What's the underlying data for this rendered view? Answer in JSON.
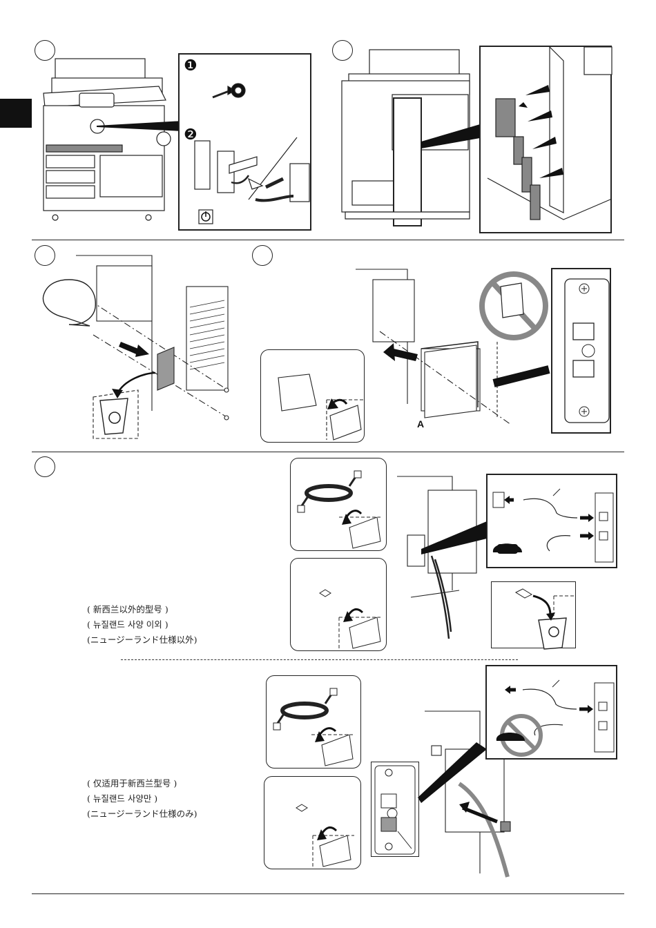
{
  "steps": [
    {
      "num": ""
    },
    {
      "num": ""
    },
    {
      "num": ""
    },
    {
      "num": ""
    },
    {
      "num": ""
    }
  ],
  "callouts": {
    "one": "❶",
    "two": "❷",
    "label_a": "A"
  },
  "notes": {
    "top": {
      "line1": "( 新西兰以外的型号 )",
      "line2": "( 뉴질랜드 사양 이외 )",
      "line3": "(ニュージーランド仕様以外)"
    },
    "bottom": {
      "line1": "( 仅适用于新西兰型号 )",
      "line2": "( 뉴질랜드 사양만 )",
      "line3": "(ニュージーランド仕様のみ)"
    }
  },
  "icons": [
    "power-icon",
    "recycle-bin-icon",
    "open-box-icon",
    "telephone-icon",
    "wall-jack-icon",
    "prohibited-icon",
    "modular-cable-icon",
    "screw-icon",
    "arrow-icon"
  ]
}
